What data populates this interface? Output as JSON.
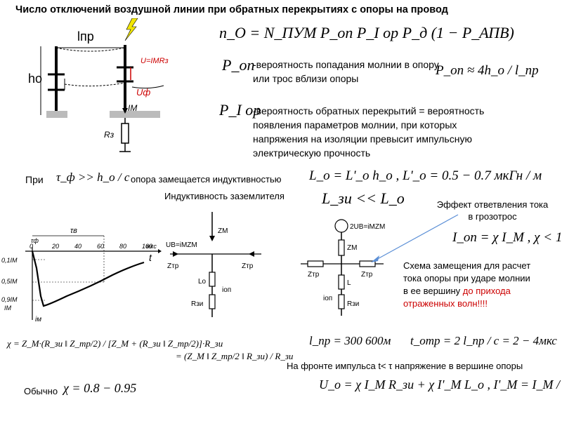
{
  "title": "Число отключений воздушной линии при обратных перекрытиях с опоры на провод",
  "formula_main": "n_O = N_ПУМ P_оп P_I ор P_д (1 − P_АПВ)",
  "p_op_symbol": "P_оп",
  "p_op_desc_1": "-вероятность попадания молнии в опору",
  "p_op_desc_2": "или трос вблизи опоры",
  "p_op_formula": "P_оп ≈ 4h_o / l_пр",
  "p_ior_symbol": "P_I ор",
  "p_ior_desc_1": "-вероятность обратных перекрытий = вероятность",
  "p_ior_desc_2": "появления параметров молнии, при которых",
  "p_ior_desc_3": "напряжения на изоляции превысит импульсную",
  "p_ior_desc_4": "электрическую прочность",
  "at_label": "При",
  "at_condition": "τ_ф >> h_o / c",
  "at_text": "опора замещается индуктивностью",
  "lo_formula": "L_o = L'_o h_o ,   L'_o = 0.5 − 0.7 мкГн / м",
  "ground_ind_label": "Индуктивность заземлителя",
  "lzi_formula": "L_зи << L_o",
  "effect_label_1": "Эффект ответвления тока",
  "effect_label_2": "в грозотрос",
  "iop_formula": "I_оп = χ I_M ,   χ < 1",
  "scheme_1": "Схема замещения для расчет",
  "scheme_2": "тока опоры при ударе молнии",
  "scheme_3a": "в ее вершину ",
  "scheme_3b": "до прихода",
  "scheme_4": "отраженных волн!!!!",
  "chi_formula_left": "χ = Z_M·(R_зи ‖ Z_тр/2) / [Z_M + (R_зи ‖ Z_тр/2)]·R_зи",
  "chi_formula_right": "= (Z_M ‖ Z_тр/2 ‖ R_зи) / R_зи",
  "lpr_formula": "l_пр = 300   600м",
  "totr_formula": "t_отр = 2 l_пр / c = 2 − 4мкс",
  "front_text": "На фронте  импульса t< τ напряжение в вершине опоры",
  "uo_formula": "U_o = χ I_M R_зи + χ I'_M L_o ,    I'_M = I_M / τ_ф",
  "usually_label": "Обычно",
  "usually_formula": "χ = 0.8 − 0.95",
  "diagram": {
    "lpr": "lпр",
    "ho": "hо",
    "u_eq": "U=IMRз",
    "uf": "Uф",
    "im": "IM",
    "rz": "Rз"
  },
  "waveform": {
    "tau_v": "τв",
    "tau_f": "τф",
    "ticks": [
      "0",
      "20",
      "40",
      "60",
      "80",
      "100"
    ],
    "unit": "мкс",
    "t_axis": "t",
    "levels": [
      "0,1IM",
      "0,5IM",
      "0,9IM"
    ],
    "im_label": "IM",
    "i_axis": "iм"
  },
  "circuit1": {
    "zm": "ZM",
    "ub": "UB=iMZM",
    "ztr_left": "Zтр",
    "ztr_right": "Zтр",
    "lo": "Lо",
    "iop": "iоп",
    "rzi": "Rзи"
  },
  "circuit2": {
    "u2": "2UB=iMZM",
    "zm": "ZM",
    "ztr_left": "Zтр",
    "ztr_right": "Zтр",
    "l": "L",
    "iop": "iоп",
    "rzi": "Rзи"
  }
}
